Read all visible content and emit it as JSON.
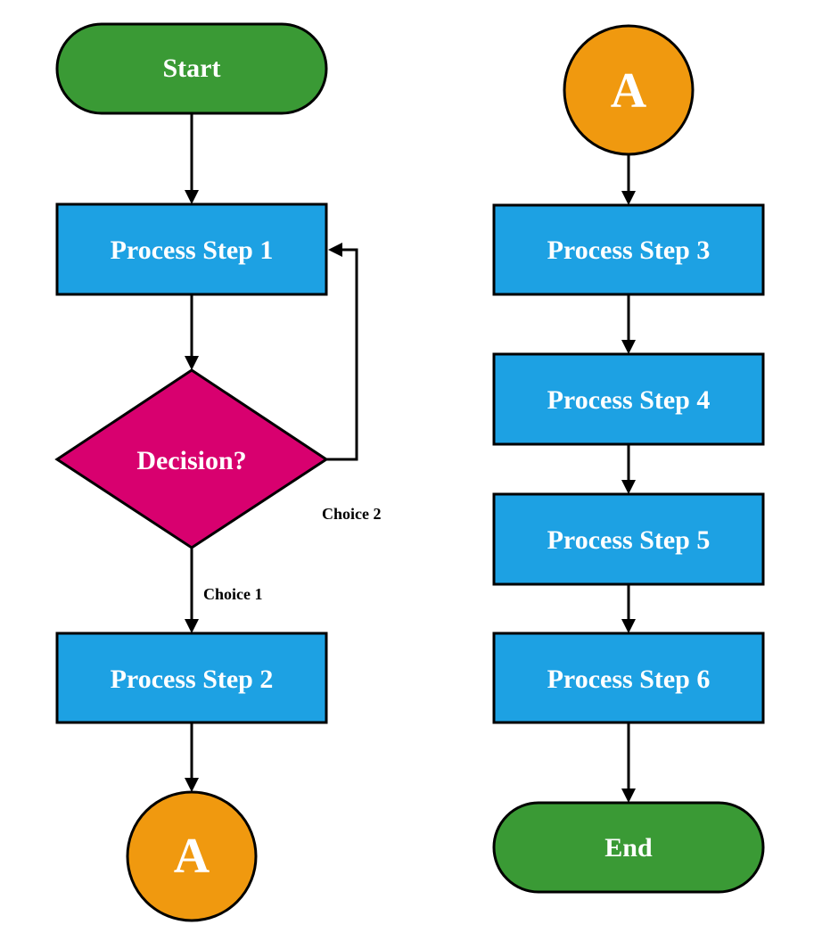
{
  "colors": {
    "terminal": "#3a9a35",
    "process": "#1da1e3",
    "decision": "#d8006f",
    "connector": "#f0990f",
    "line": "#000000",
    "text_light": "#ffffff",
    "text_dark": "#000000"
  },
  "nodes": {
    "start": {
      "label": "Start",
      "shape": "terminal"
    },
    "step1": {
      "label": "Process Step 1",
      "shape": "process"
    },
    "decision": {
      "label": "Decision?",
      "shape": "decision"
    },
    "step2": {
      "label": "Process Step 2",
      "shape": "process"
    },
    "connector_out": {
      "label": "A",
      "shape": "connector"
    },
    "connector_in": {
      "label": "A",
      "shape": "connector"
    },
    "step3": {
      "label": "Process Step 3",
      "shape": "process"
    },
    "step4": {
      "label": "Process Step 4",
      "shape": "process"
    },
    "step5": {
      "label": "Process Step 5",
      "shape": "process"
    },
    "step6": {
      "label": "Process Step 6",
      "shape": "process"
    },
    "end": {
      "label": "End",
      "shape": "terminal"
    }
  },
  "edges": [
    {
      "from": "start",
      "to": "step1",
      "label": ""
    },
    {
      "from": "step1",
      "to": "decision",
      "label": ""
    },
    {
      "from": "decision",
      "to": "step2",
      "label": "Choice 1"
    },
    {
      "from": "decision",
      "to": "step1",
      "label": "Choice 2"
    },
    {
      "from": "step2",
      "to": "connector_out",
      "label": ""
    },
    {
      "from": "connector_in",
      "to": "step3",
      "label": ""
    },
    {
      "from": "step3",
      "to": "step4",
      "label": ""
    },
    {
      "from": "step4",
      "to": "step5",
      "label": ""
    },
    {
      "from": "step5",
      "to": "step6",
      "label": ""
    },
    {
      "from": "step6",
      "to": "end",
      "label": ""
    }
  ]
}
